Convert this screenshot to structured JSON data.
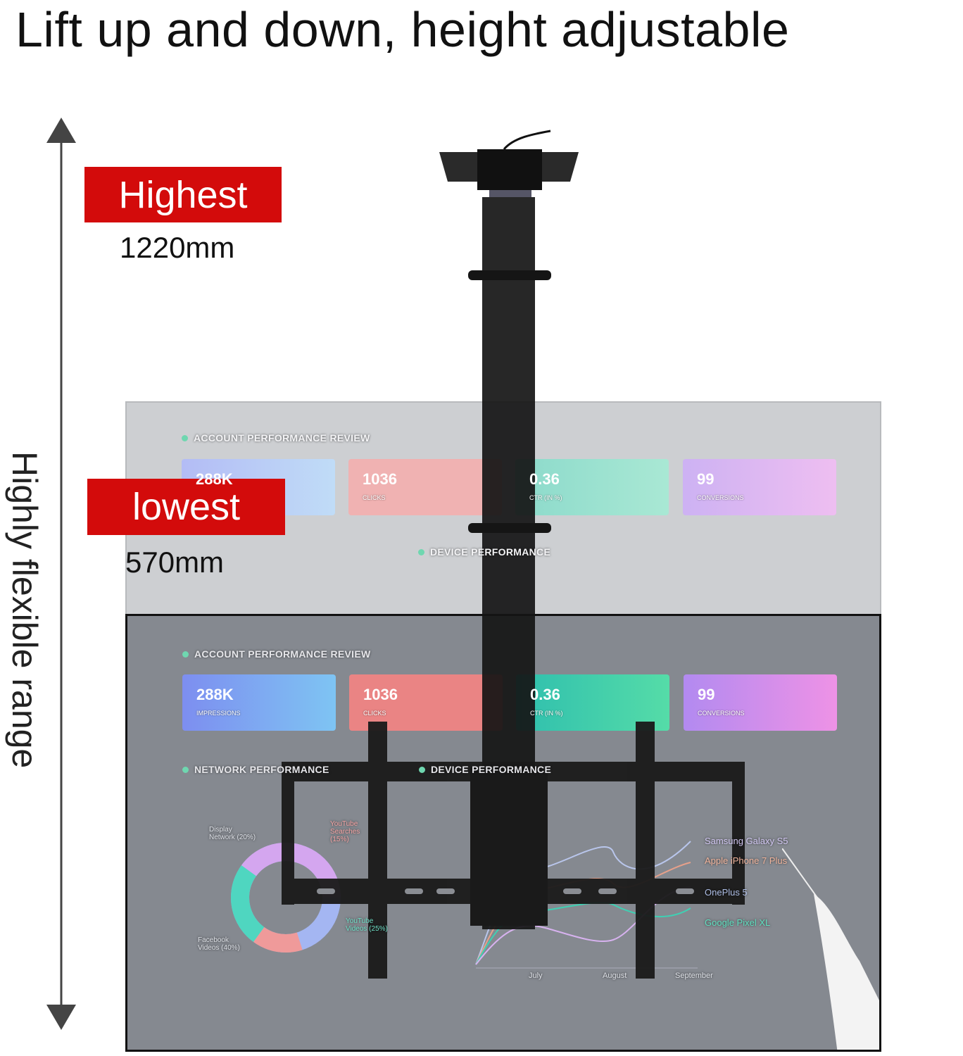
{
  "title": "Lift up and down, height adjustable",
  "range_label": "Highly flexible range",
  "highest": {
    "label": "Highest",
    "value": "1220mm"
  },
  "lowest": {
    "label": "lowest",
    "value": "570mm"
  },
  "screen": {
    "section1": "ACCOUNT PERFORMANCE REVIEW",
    "section2": "NETWORK PERFORMANCE",
    "section3": "DEVICE PERFORMANCE",
    "cards": [
      {
        "value": "288K",
        "label": "IMPRESSIONS",
        "color": "#7d8ef0"
      },
      {
        "value": "1036",
        "label": "CLICKS",
        "color": "#ec8585"
      },
      {
        "value": "0.36",
        "label": "CTR (IN %)",
        "color": "#4fd6b0"
      },
      {
        "value": "99",
        "label": "CONVERSIONS",
        "color": "#c48af0"
      }
    ],
    "donut": [
      "Display Network (20%)",
      "YouTube Searches (15%)",
      "YouTube Videos (25%)",
      "Facebook Videos (40%)"
    ],
    "legend": [
      "Samsung Galaxy S5",
      "Apple iPhone 7 Plus",
      "OnePlus 5",
      "Google Pixel XL"
    ],
    "months": [
      "July",
      "August",
      "September"
    ]
  },
  "colors": {
    "label_red": "#d30b0b",
    "mount": "#1a1a1a"
  }
}
